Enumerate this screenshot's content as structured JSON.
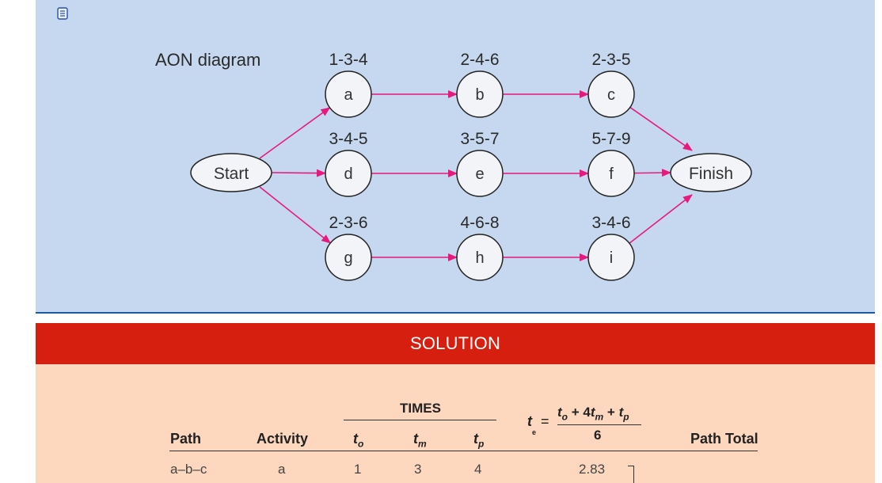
{
  "diagram": {
    "title": "AON diagram",
    "start_label": "Start",
    "finish_label": "Finish",
    "nodes": [
      {
        "id": "a",
        "times": "1-3-4"
      },
      {
        "id": "b",
        "times": "2-4-6"
      },
      {
        "id": "c",
        "times": "2-3-5"
      },
      {
        "id": "d",
        "times": "3-4-5"
      },
      {
        "id": "e",
        "times": "3-5-7"
      },
      {
        "id": "f",
        "times": "5-7-9"
      },
      {
        "id": "g",
        "times": "2-3-6"
      },
      {
        "id": "h",
        "times": "4-6-8"
      },
      {
        "id": "i",
        "times": "3-4-6"
      }
    ],
    "colors": {
      "panel": "#c5d8ef",
      "arrow": "#e8197d",
      "node_fill": "#f2f4f8",
      "node_stroke": "#222222"
    }
  },
  "solution": {
    "header": "SOLUTION",
    "columns": {
      "path": "Path",
      "activity": "Activity",
      "times_group": "TIMES",
      "to": "t",
      "to_sub": "o",
      "tm": "t",
      "tm_sub": "m",
      "tp": "t",
      "tp_sub": "p",
      "te": "t",
      "te_sub": "e",
      "formula_numerator": "to + 4tm + tp",
      "formula_denominator": "6",
      "path_total": "Path Total"
    },
    "rows": [
      {
        "path": "a–b–c",
        "activity": "a",
        "to": "1",
        "tm": "3",
        "tp": "4",
        "te": "2.83"
      }
    ],
    "colors": {
      "header_bg": "#d71f10",
      "body_bg": "#fdd7be"
    }
  }
}
